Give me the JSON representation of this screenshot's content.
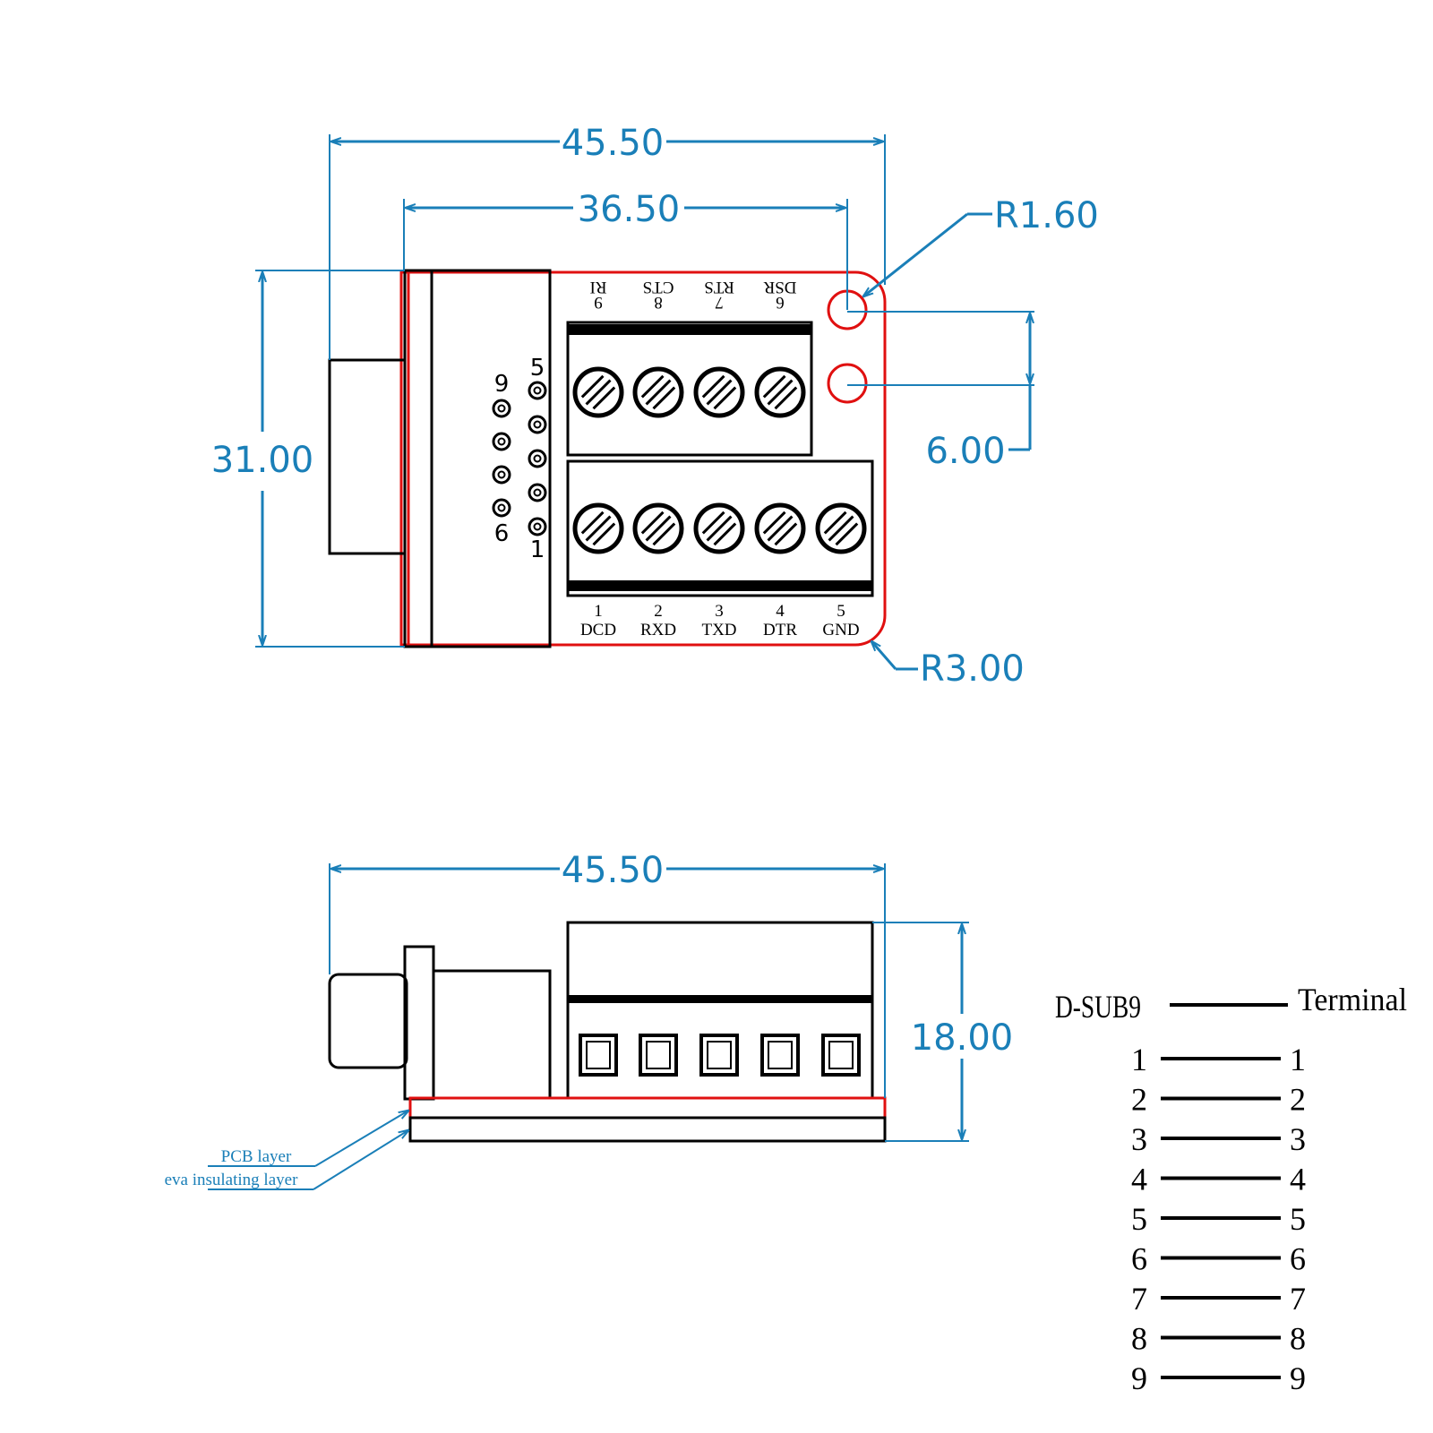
{
  "top_view": {
    "dim_total_width": "45.50",
    "dim_terminal_width": "36.50",
    "dim_height": "31.00",
    "dim_hole_spacing": "6.00",
    "radius_hole": "R1.60",
    "radius_corner": "R3.00",
    "dsub_top_row": [
      {
        "num": "9"
      },
      {
        "num": "6"
      }
    ],
    "dsub_bottom_row": [
      {
        "num": "5"
      },
      {
        "num": "1"
      }
    ],
    "terminal_top": [
      {
        "num": "9",
        "name": "RI"
      },
      {
        "num": "8",
        "name": "CTS"
      },
      {
        "num": "7",
        "name": "RTS"
      },
      {
        "num": "6",
        "name": "DSR"
      }
    ],
    "terminal_bottom": [
      {
        "num": "1",
        "name": "DCD"
      },
      {
        "num": "2",
        "name": "RXD"
      },
      {
        "num": "3",
        "name": "TXD"
      },
      {
        "num": "4",
        "name": "DTR"
      },
      {
        "num": "5",
        "name": "GND"
      }
    ]
  },
  "side_view": {
    "dim_total_width": "45.50",
    "dim_height": "18.00",
    "label_pcb": "PCB layer",
    "label_eva": "eva insulating layer"
  },
  "mapping": {
    "left_header": "D-SUB9",
    "right_header": "Terminal",
    "rows": [
      {
        "left": "1",
        "right": "1"
      },
      {
        "left": "2",
        "right": "2"
      },
      {
        "left": "3",
        "right": "3"
      },
      {
        "left": "4",
        "right": "4"
      },
      {
        "left": "5",
        "right": "5"
      },
      {
        "left": "6",
        "right": "6"
      },
      {
        "left": "7",
        "right": "7"
      },
      {
        "left": "8",
        "right": "8"
      },
      {
        "left": "9",
        "right": "9"
      }
    ]
  }
}
